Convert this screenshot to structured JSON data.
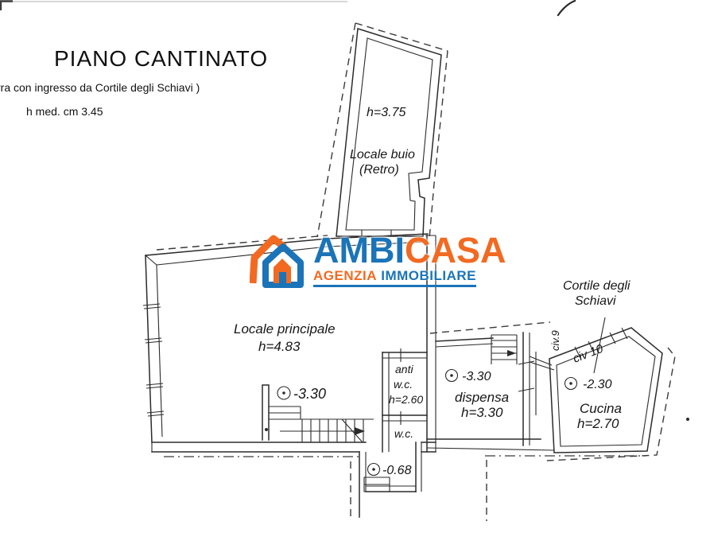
{
  "header": {
    "title": "PIANO CANTINATO",
    "subtitle": "rra con ingresso da Cortile degli Schiavi )",
    "avg_height": "h med. cm 3.45"
  },
  "logo": {
    "brand_left": "AMBI",
    "brand_right": "CASA",
    "tagline_left": "AGENZIA",
    "tagline_right": "IMMOBILIARE",
    "color_blue": "#1b74b8",
    "color_orange": "#f26a21"
  },
  "rooms": {
    "locale_buio": {
      "height": "h=3.75",
      "name": "Locale buio",
      "sub": "(Retro)"
    },
    "locale_principale": {
      "name": "Locale principale",
      "height": "h=4.83",
      "level": "-3.30"
    },
    "anti_wc": {
      "line1": "anti",
      "line2": "w.c.",
      "height": "h=2.60"
    },
    "wc": {
      "name": "w.c."
    },
    "dispensa": {
      "name": "dispensa",
      "height": "h=3.30",
      "level": "-3.30"
    },
    "cucina": {
      "name": "Cucina",
      "height": "h=2.70",
      "level": "-2.30"
    },
    "landing": {
      "level": "-0.68"
    }
  },
  "annotations": {
    "courtyard_line1": "Cortile degli",
    "courtyard_line2": "Schiavi",
    "civ9": "civ.9",
    "civ10": "civ 10"
  }
}
